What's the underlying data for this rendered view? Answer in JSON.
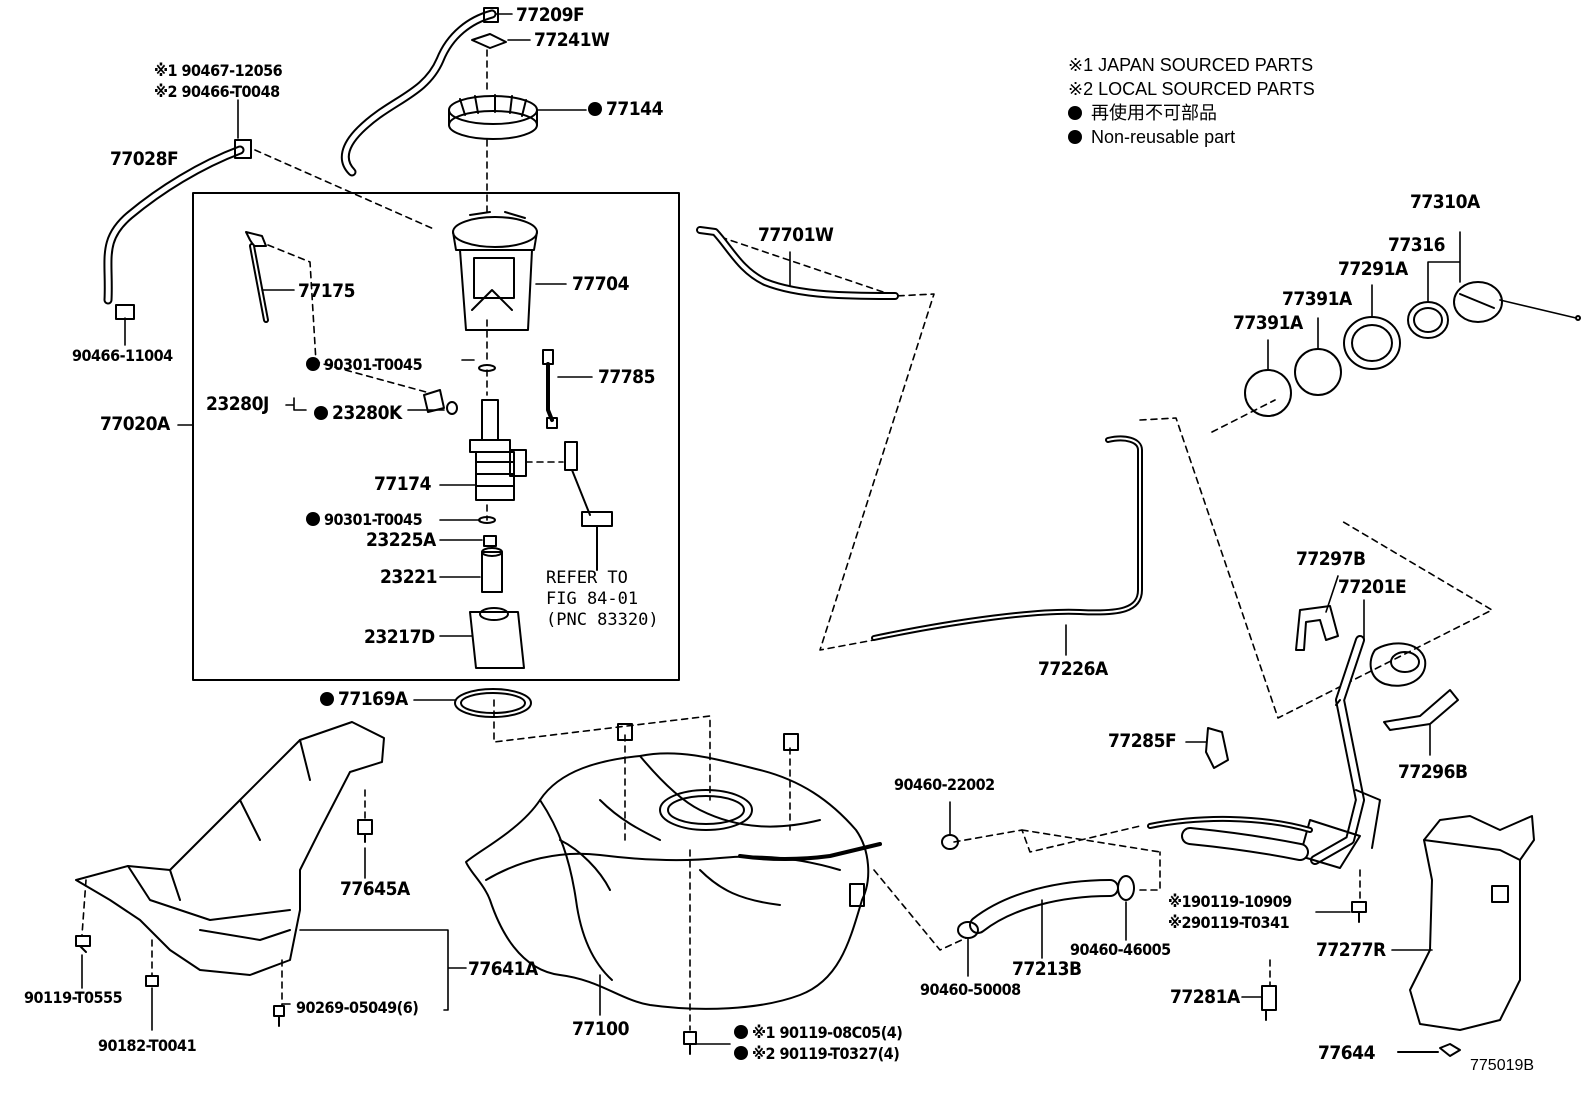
{
  "legend": {
    "note1": "※1 JAPAN SOURCED PARTS",
    "note2": "※2 LOCAL SOURCED PARTS",
    "non_reusable_jp": "再使用不可部品",
    "non_reusable_en": "Non-reusable part"
  },
  "parts": {
    "p77209F": "77209F",
    "p77241W": "77241W",
    "p77144": "77144",
    "p90467": "※1 90467-12056",
    "p90466_T0048": "※2 90466-T0048",
    "p77028F": "77028F",
    "p90466_11004": "90466-11004",
    "p77020A": "77020A",
    "p77175": "77175",
    "p77704": "77704",
    "p77701W": "77701W",
    "p90301_a": "90301-T0045",
    "p77785": "77785",
    "p23280J": "23280J",
    "p23280K": "23280K",
    "p77174": "77174",
    "p90301_b": "90301-T0045",
    "p23225A": "23225A",
    "p23221": "23221",
    "p23217D": "23217D",
    "refer": "REFER TO\nFIG 84-01\n(PNC 83320)",
    "p77169A": "77169A",
    "p77310A": "77310A",
    "p77316": "77316",
    "p77291A": "77291A",
    "p77391A_1": "77391A",
    "p77391A_2": "77391A",
    "p77226A": "77226A",
    "p77297B": "77297B",
    "p77201E": "77201E",
    "p77296B": "77296B",
    "p77285F": "77285F",
    "p90460_22002": "90460-22002",
    "p77645A": "77645A",
    "p90119_T0555": "90119-T0555",
    "p90182_T0041": "90182-T0041",
    "p90269": "90269-05049(6)",
    "p77641A": "77641A",
    "p77100": "77100",
    "p90119_08C05": "※1 90119-08C05(4)",
    "p90119_T0327": "※2 90119-T0327(4)",
    "p90460_50008": "90460-50008",
    "p77213B": "77213B",
    "p90460_46005": "90460-46005",
    "p190119": "※190119-10909",
    "p290119": "※290119-T0341",
    "p77277R": "77277R",
    "p77281A": "77281A",
    "p77644": "77644",
    "fig_id": "775019B"
  }
}
